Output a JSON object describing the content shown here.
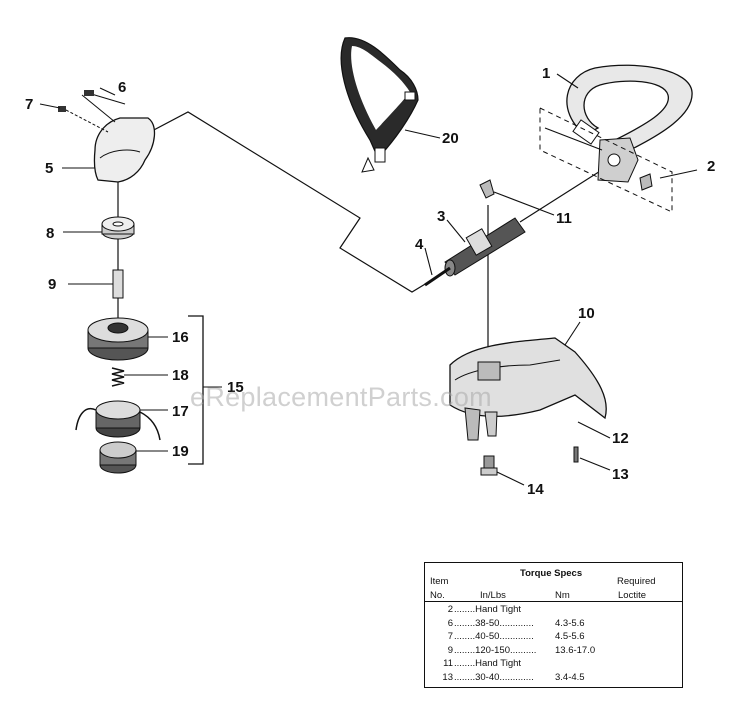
{
  "callouts": [
    "1",
    "2",
    "3",
    "4",
    "5",
    "6",
    "7",
    "8",
    "9",
    "10",
    "11",
    "12",
    "13",
    "14",
    "15",
    "16",
    "17",
    "18",
    "19",
    "20"
  ],
  "watermark": "eReplacementParts.com",
  "torque_specs": {
    "title": "Torque Specs",
    "header_item": "Item",
    "header_no": "No.",
    "header_inlbs": "In/Lbs",
    "header_nm": "Nm",
    "header_required": "Required",
    "header_loctite": "Loctite",
    "rows": [
      {
        "item": "2",
        "inlbs": "........Hand Tight",
        "nm": ""
      },
      {
        "item": "6",
        "inlbs": "........38-50.............",
        "nm": "4.3-5.6"
      },
      {
        "item": "7",
        "inlbs": "........40-50.............",
        "nm": "4.5-5.6"
      },
      {
        "item": "9",
        "inlbs": "........120-150..........",
        "nm": "13.6-17.0"
      },
      {
        "item": "11",
        "inlbs": "........Hand Tight",
        "nm": ""
      },
      {
        "item": "13",
        "inlbs": "........30-40.............",
        "nm": "3.4-4.5"
      }
    ]
  }
}
